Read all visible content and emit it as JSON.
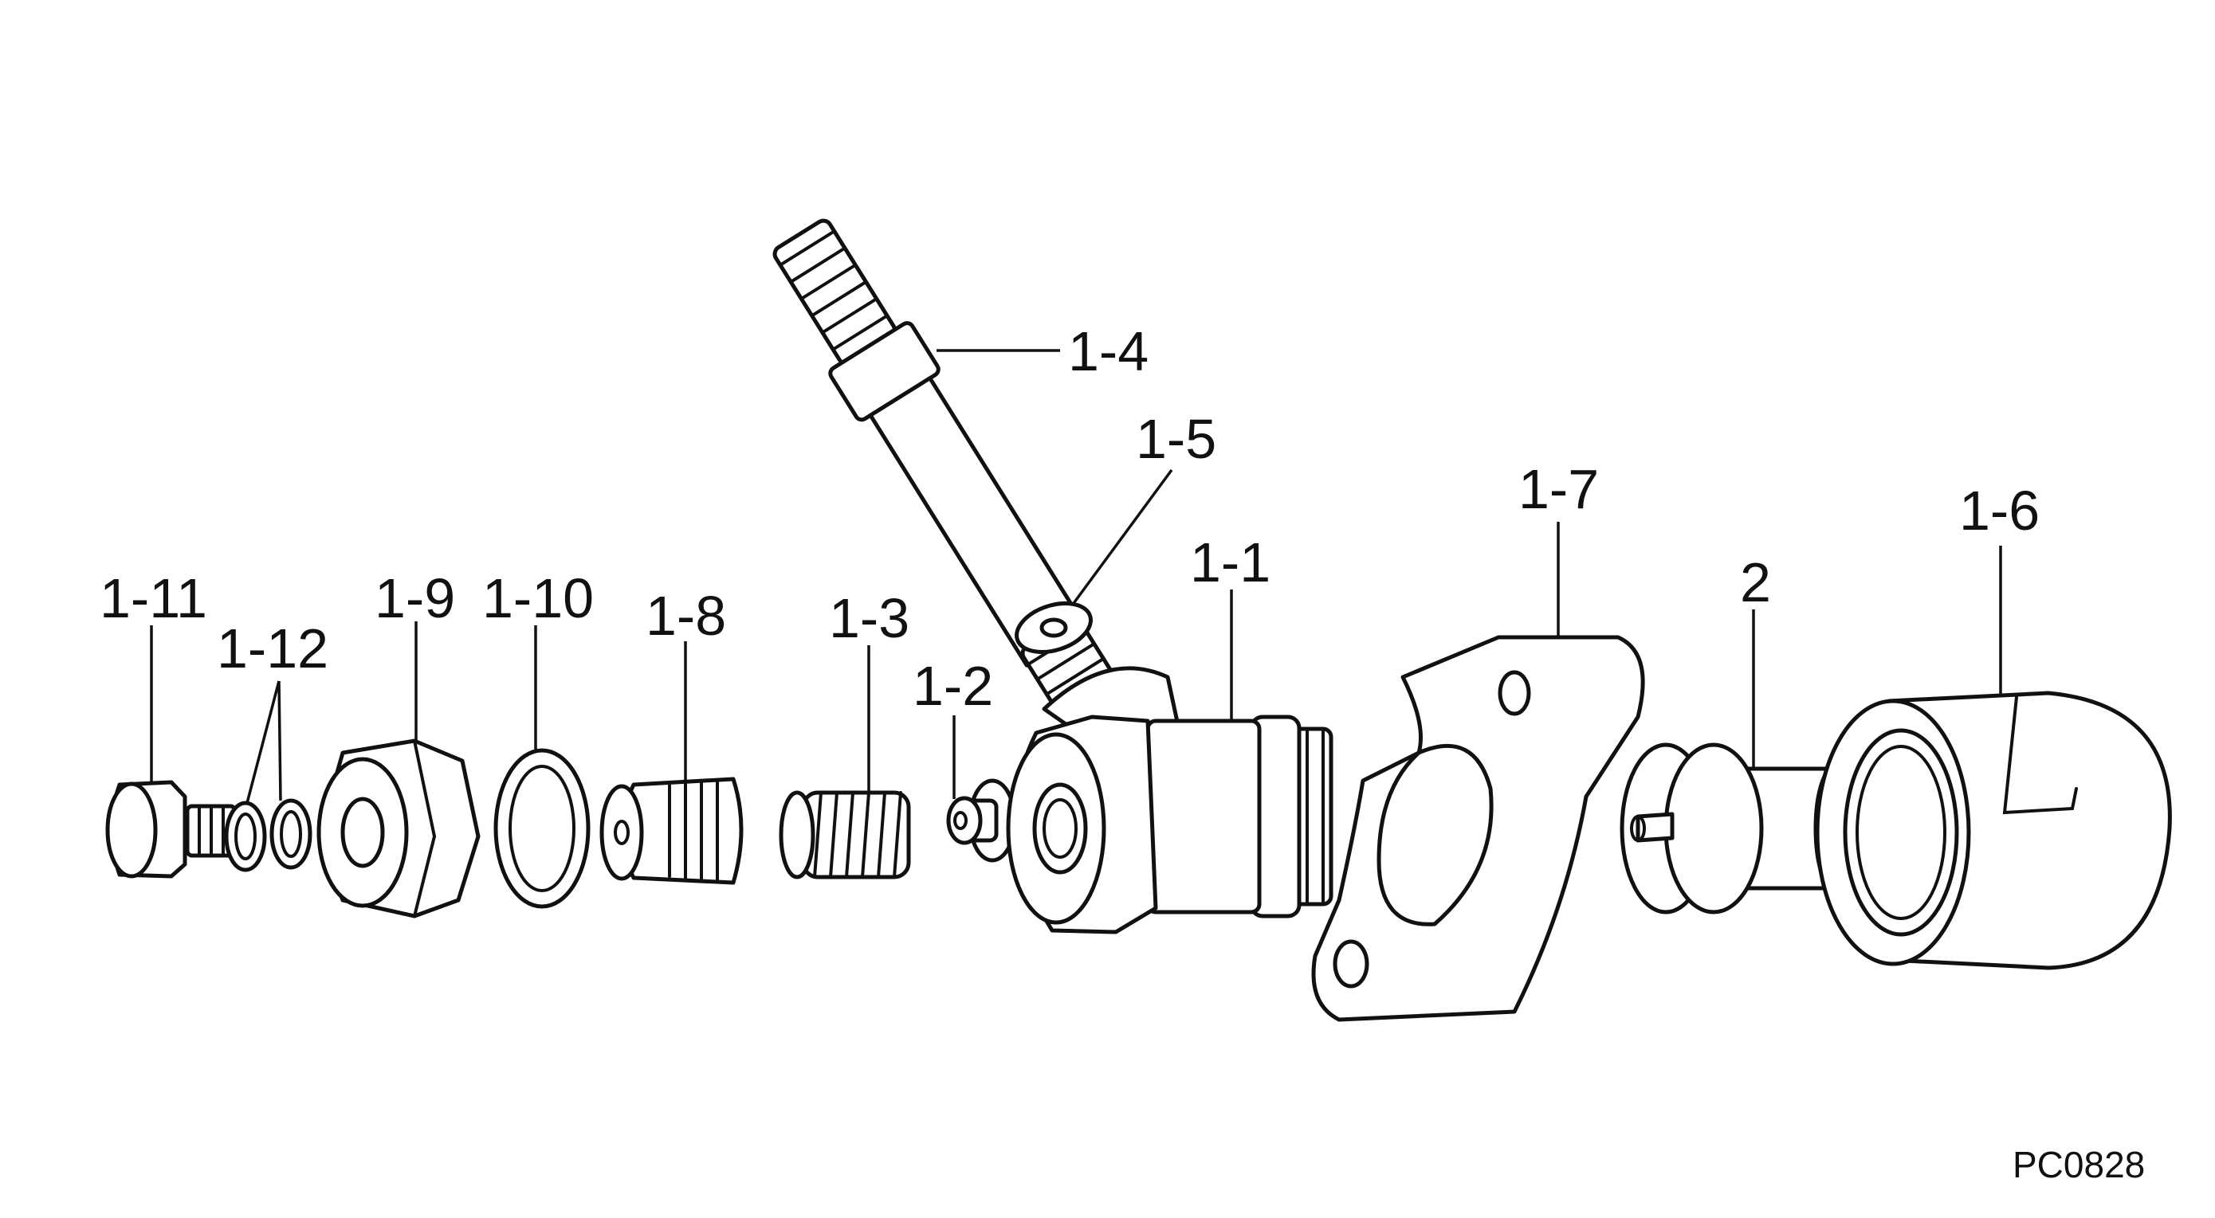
{
  "labels": {
    "p1_1": "1-1",
    "p1_2": "1-2",
    "p1_3": "1-3",
    "p1_4": "1-4",
    "p1_5": "1-5",
    "p1_6": "1-6",
    "p1_7": "1-7",
    "p1_8": "1-8",
    "p1_9": "1-9",
    "p1_10": "1-10",
    "p1_11": "1-11",
    "p1_12": "1-12",
    "p2": "2"
  },
  "figure_code": "PC0828"
}
